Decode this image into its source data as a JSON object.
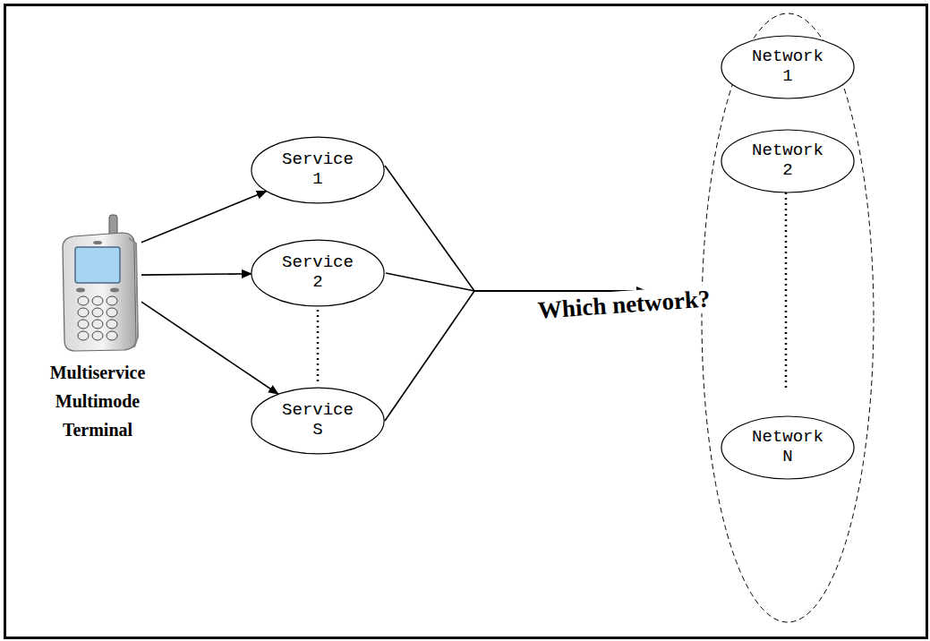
{
  "diagram": {
    "nodes": [
      {
        "text": [
          "Multiservice Multimode Terminal"
        ]
      },
      {
        "text": [
          "Service 1"
        ]
      },
      {
        "text": [
          "Service 2"
        ]
      },
      {
        "text": [
          "Service S"
        ]
      },
      {
        "text": [
          "Network 1"
        ]
      },
      {
        "text": [
          "Network 2"
        ]
      },
      {
        "text": [
          "Network N"
        ]
      }
    ],
    "edges": [
      {
        "from": 0,
        "to": 1,
        "arrow": "to"
      },
      {
        "from": 0,
        "to": 2,
        "arrow": "to"
      },
      {
        "from": 0,
        "to": 3,
        "arrow": "to"
      }
    ],
    "labels": [
      "Which network?"
    ]
  }
}
